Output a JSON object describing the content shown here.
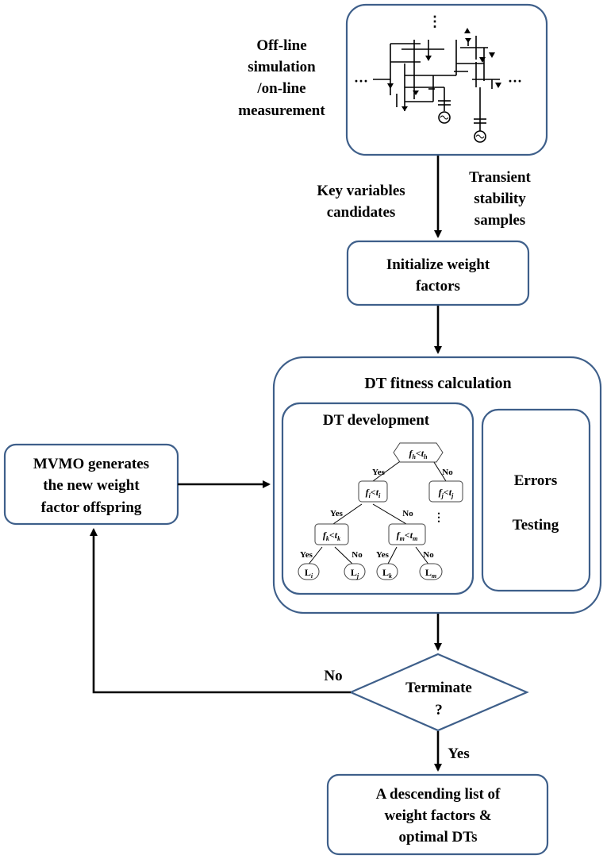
{
  "source": {
    "label_lines": [
      "Off-line",
      "simulation",
      "/on-line",
      "measurement"
    ]
  },
  "arrow_labels": {
    "left": [
      "Key variables",
      "candidates"
    ],
    "right": [
      "Transient",
      "stability",
      "samples"
    ]
  },
  "init_box": {
    "lines": [
      "Initialize weight",
      "factors"
    ]
  },
  "fitness": {
    "title": "DT fitness calculation",
    "development_title": "DT development",
    "right_items": [
      "Errors",
      "Testing"
    ]
  },
  "tree": {
    "root": {
      "f": "f",
      "fs": "h",
      "t": "t",
      "ts": "h"
    },
    "left": {
      "f": "f",
      "fs": "i",
      "t": "t",
      "ts": "i"
    },
    "right": {
      "f": "f",
      "fs": "j",
      "t": "t",
      "ts": "j"
    },
    "left_left": {
      "f": "f",
      "fs": "k",
      "t": "t",
      "ts": "k"
    },
    "left_right": {
      "f": "f",
      "fs": "m",
      "t": "t",
      "ts": "m"
    },
    "leaves": [
      {
        "L": "L",
        "s": "i"
      },
      {
        "L": "L",
        "s": "j"
      },
      {
        "L": "L",
        "s": "k"
      },
      {
        "L": "L",
        "s": "m"
      }
    ],
    "yes": "Yes",
    "no": "No",
    "ellipsis": "⋮"
  },
  "mvmo": {
    "lines": [
      "MVMO generates",
      "the new weight",
      "factor offspring"
    ]
  },
  "decision": {
    "lines": [
      "Terminate",
      "?"
    ],
    "no_label": "No",
    "yes_label": "Yes"
  },
  "output": {
    "lines": [
      "A descending list of",
      "weight factors &",
      "optimal DTs"
    ]
  },
  "ellipsis_dots": "⋮",
  "ellipsis_h": "···"
}
